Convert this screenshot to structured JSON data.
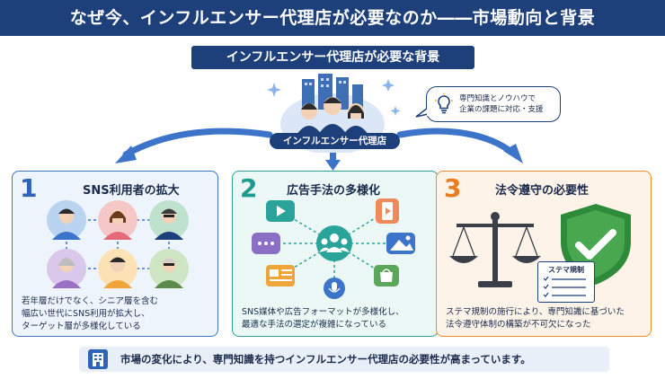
{
  "header": {
    "title": "なぜ今、インフルエンサー代理店が必要なのか――市場動向と背景"
  },
  "subtitle": "インフルエンサー代理店が必要な背景",
  "agency": {
    "label": "インフルエンサー代理店"
  },
  "bubble": {
    "line1": "専門知識とノウハウで",
    "line2": "企業の課題に対応・支援"
  },
  "cards": [
    {
      "number": "1",
      "title": "SNS利用者の拡大",
      "desc": [
        "若年層だけでなく、シニア層を含む",
        "幅広い世代にSNS利用が拡大し、",
        "ターゲット層が多様化している"
      ]
    },
    {
      "number": "2",
      "title": "広告手法の多様化",
      "desc": [
        "SNS媒体や広告フォーマットが多様化し、",
        "最適な手法の選定が複雑になっている"
      ]
    },
    {
      "number": "3",
      "title": "法令遵守の必要性",
      "badge": "ステマ規制",
      "desc": [
        "ステマ規制の施行により、専門知識に基づいた",
        "法令遵守体制の構築が不可欠になった"
      ]
    }
  ],
  "footer": {
    "text": "市場の変化により、専門知識を持つインフルエンサー代理店の必要性が高まっています。"
  },
  "colors": {
    "navy": "#1d3f7a",
    "blue": "#3b74c9",
    "teal": "#2aa39a",
    "orange": "#ee8a2a"
  }
}
